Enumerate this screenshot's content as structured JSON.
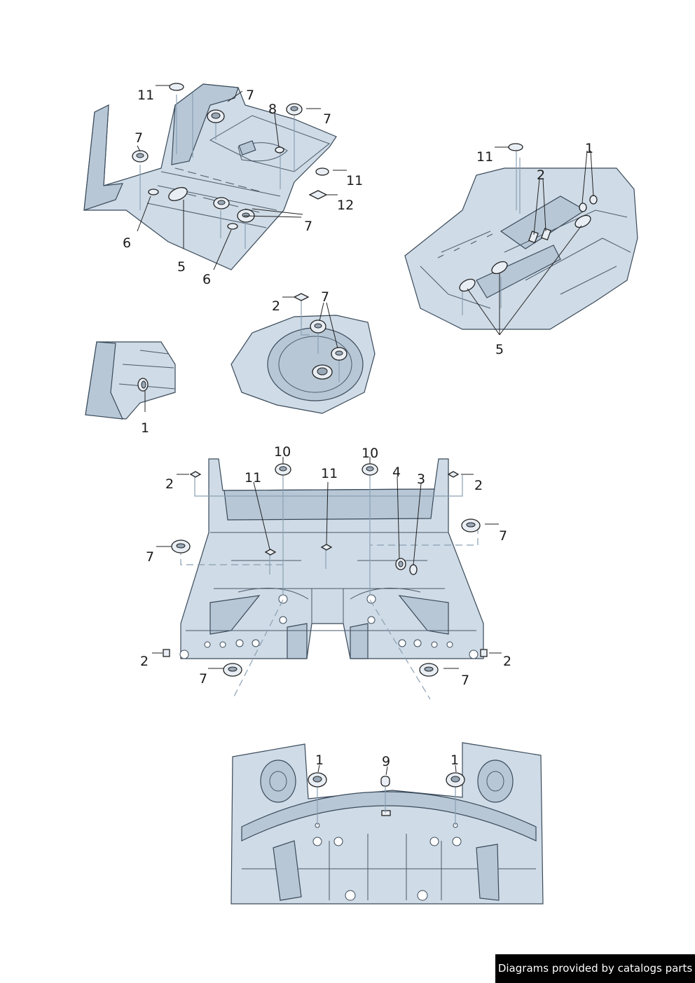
{
  "diagram": {
    "views": [
      {
        "name": "rear-floor-overview",
        "callouts": [
          "11",
          "7",
          "8",
          "7",
          "7",
          "11",
          "12",
          "7",
          "6",
          "5",
          "6"
        ]
      },
      {
        "name": "center-tunnel-detail",
        "callouts": [
          "11",
          "1",
          "2",
          "5"
        ]
      },
      {
        "name": "spare-wheel-well-detail",
        "callouts": [
          "2",
          "7"
        ]
      },
      {
        "name": "side-pillar-detail",
        "callouts": [
          "1"
        ]
      },
      {
        "name": "underbody-front-view",
        "callouts": [
          "10",
          "10",
          "11",
          "11",
          "4",
          "3",
          "2",
          "2",
          "2",
          "2",
          "7",
          "7",
          "7",
          "7"
        ]
      },
      {
        "name": "rear-panel-view",
        "callouts": [
          "1",
          "9",
          "1"
        ]
      }
    ],
    "labels": {
      "a_11": "11",
      "a_7a": "7",
      "a_8": "8",
      "a_7b": "7",
      "a_7c": "7",
      "a_11b": "11",
      "a_12": "12",
      "a_7d": "7",
      "a_6a": "6",
      "a_5": "5",
      "a_6b": "6",
      "b_11": "11",
      "b_1": "1",
      "b_2": "2",
      "b_5": "5",
      "c_2": "2",
      "c_7": "7",
      "d_1": "1",
      "e_10a": "10",
      "e_10b": "10",
      "e_11a": "11",
      "e_11b": "11",
      "e_4": "4",
      "e_3": "3",
      "e_2a": "2",
      "e_2b": "2",
      "e_7a": "7",
      "e_7b": "7",
      "e_2c": "2",
      "e_2d": "2",
      "e_7c": "7",
      "e_7d": "7",
      "f_1a": "1",
      "f_9": "9",
      "f_1b": "1"
    }
  },
  "footer": {
    "credit": "Diagrams provided by catalogs parts"
  },
  "colors": {
    "panel": "#cfdbe6",
    "panel_dark": "#b7c7d6",
    "line": "#3a4a5a",
    "ref_line": "#8aa0b4",
    "badge_bg": "#000000",
    "badge_fg": "#ffffff"
  }
}
